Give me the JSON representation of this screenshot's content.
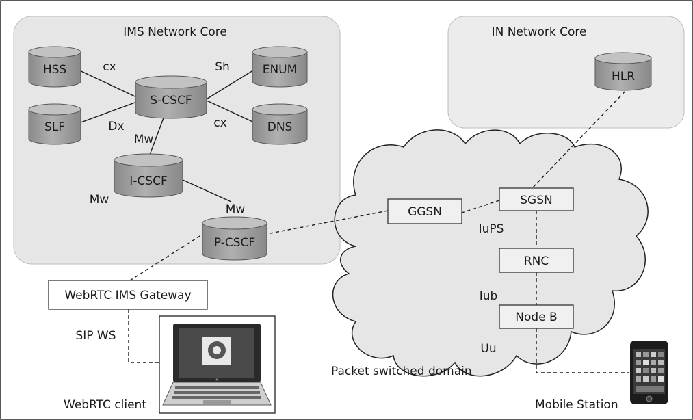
{
  "regions": {
    "ims_core": "IMS Network Core",
    "in_core": "IN Network Core",
    "packet_domain": "Packet switched domain"
  },
  "databases": {
    "hss": "HSS",
    "enum": "ENUM",
    "slf": "SLF",
    "dns": "DNS",
    "s_cscf": "S-CSCF",
    "i_cscf": "I-CSCF",
    "p_cscf": "P-CSCF",
    "hlr": "HLR"
  },
  "nodes": {
    "ggsn": "GGSN",
    "sgsn": "SGSN",
    "rnc": "RNC",
    "node_b": "Node B",
    "gateway": "WebRTC IMS Gateway"
  },
  "interfaces": {
    "hss_scscf": "cx",
    "slf_scscf": "Dx",
    "enum_scscf": "Sh",
    "dns_scscf": "cx",
    "scscf_icscf": "Mw",
    "icscf_left": "Mw",
    "icscf_pcscf": "Mw",
    "sgsn_ggsn": "IuPS",
    "rnc_nodeb": "Iub",
    "nodeb_ms": "Uu",
    "gateway_client": "SIP WS"
  },
  "devices": {
    "client": "WebRTC client",
    "mobile": "Mobile Station"
  },
  "colors": {
    "region_fill": "#e6e6e6",
    "db_fill": "#9a9a9a",
    "cloud_fill": "#e6e6e6"
  }
}
